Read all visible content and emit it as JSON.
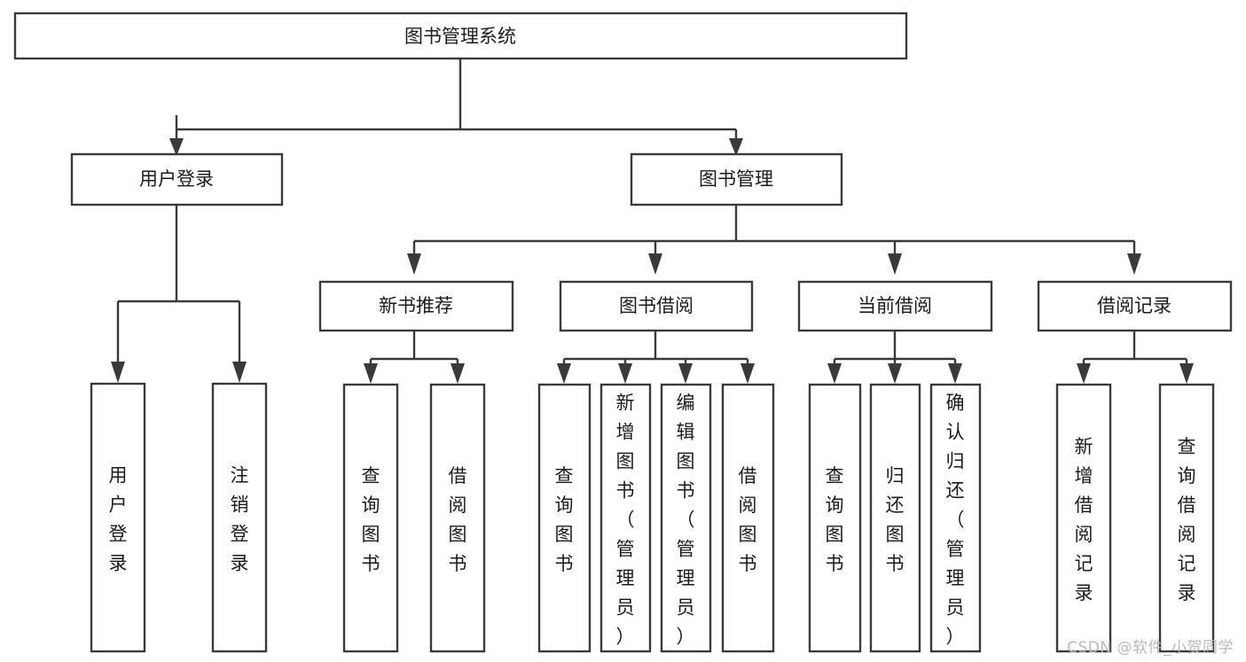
{
  "diagram": {
    "type": "tree-hierarchy",
    "title": "图书管理系统",
    "watermark": "CSDN @软件_小贺同学",
    "colors": {
      "stroke": "#3a3a3a",
      "fill": "#ffffff",
      "text": "#1b1b1b",
      "watermark": "#b9b9b9"
    },
    "levels": {
      "level1": [
        {
          "id": "root",
          "label": "图书管理系统",
          "orientation": "horizontal"
        }
      ],
      "level2": [
        {
          "id": "user-login",
          "label": "用户登录",
          "orientation": "horizontal",
          "parent": "root"
        },
        {
          "id": "book-manage",
          "label": "图书管理",
          "orientation": "horizontal",
          "parent": "root"
        }
      ],
      "level3": [
        {
          "id": "new-book-rec",
          "label": "新书推荐",
          "orientation": "horizontal",
          "parent": "book-manage"
        },
        {
          "id": "book-borrow",
          "label": "图书借阅",
          "orientation": "horizontal",
          "parent": "book-manage"
        },
        {
          "id": "current-borrow",
          "label": "当前借阅",
          "orientation": "horizontal",
          "parent": "book-manage"
        },
        {
          "id": "borrow-record",
          "label": "借阅记录",
          "orientation": "horizontal",
          "parent": "book-manage"
        }
      ],
      "leaves": [
        {
          "id": "leaf-user-login",
          "label": "用户登录",
          "orientation": "vertical",
          "parent": "user-login"
        },
        {
          "id": "leaf-logout",
          "label": "注销登录",
          "orientation": "vertical",
          "parent": "user-login"
        },
        {
          "id": "leaf-query-book-1",
          "label": "查询图书",
          "orientation": "vertical",
          "parent": "new-book-rec"
        },
        {
          "id": "leaf-borrow-book-1",
          "label": "借阅图书",
          "orientation": "vertical",
          "parent": "new-book-rec"
        },
        {
          "id": "leaf-query-book-2",
          "label": "查询图书",
          "orientation": "vertical",
          "parent": "book-borrow"
        },
        {
          "id": "leaf-add-book",
          "label": "新增图书（管理员）",
          "orientation": "vertical",
          "parent": "book-borrow"
        },
        {
          "id": "leaf-edit-book",
          "label": "编辑图书（管理员）",
          "orientation": "vertical",
          "parent": "book-borrow"
        },
        {
          "id": "leaf-borrow-book-2",
          "label": "借阅图书",
          "orientation": "vertical",
          "parent": "book-borrow"
        },
        {
          "id": "leaf-query-book-3",
          "label": "查询图书",
          "orientation": "vertical",
          "parent": "current-borrow"
        },
        {
          "id": "leaf-return-book",
          "label": "归还图书",
          "orientation": "vertical",
          "parent": "current-borrow"
        },
        {
          "id": "leaf-confirm-return",
          "label": "确认归还（管理员）",
          "orientation": "vertical",
          "parent": "current-borrow"
        },
        {
          "id": "leaf-add-record",
          "label": "新增借阅记录",
          "orientation": "vertical",
          "parent": "borrow-record"
        },
        {
          "id": "leaf-query-record",
          "label": "查询借阅记录",
          "orientation": "vertical",
          "parent": "borrow-record"
        }
      ]
    }
  }
}
